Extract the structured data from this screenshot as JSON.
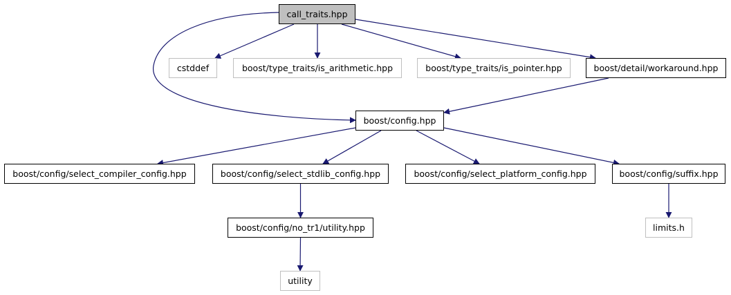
{
  "graph": {
    "edge_color": "#191970",
    "nodes": {
      "call_traits": "call_traits.hpp",
      "cstddef": "cstddef",
      "is_arithmetic": "boost/type_traits/is_arithmetic.hpp",
      "is_pointer": "boost/type_traits/is_pointer.hpp",
      "workaround": "boost/detail/workaround.hpp",
      "config": "boost/config.hpp",
      "select_compiler": "boost/config/select_compiler_config.hpp",
      "select_stdlib": "boost/config/select_stdlib_config.hpp",
      "select_platform": "boost/config/select_platform_config.hpp",
      "suffix": "boost/config/suffix.hpp",
      "no_tr1_utility": "boost/config/no_tr1/utility.hpp",
      "limits_h": "limits.h",
      "utility": "utility"
    },
    "edges": [
      [
        "call_traits",
        "cstddef"
      ],
      [
        "call_traits",
        "is_arithmetic"
      ],
      [
        "call_traits",
        "is_pointer"
      ],
      [
        "call_traits",
        "workaround"
      ],
      [
        "call_traits",
        "config"
      ],
      [
        "workaround",
        "config"
      ],
      [
        "config",
        "select_compiler"
      ],
      [
        "config",
        "select_stdlib"
      ],
      [
        "config",
        "select_platform"
      ],
      [
        "config",
        "suffix"
      ],
      [
        "select_stdlib",
        "no_tr1_utility"
      ],
      [
        "no_tr1_utility",
        "utility"
      ],
      [
        "suffix",
        "limits_h"
      ]
    ]
  }
}
